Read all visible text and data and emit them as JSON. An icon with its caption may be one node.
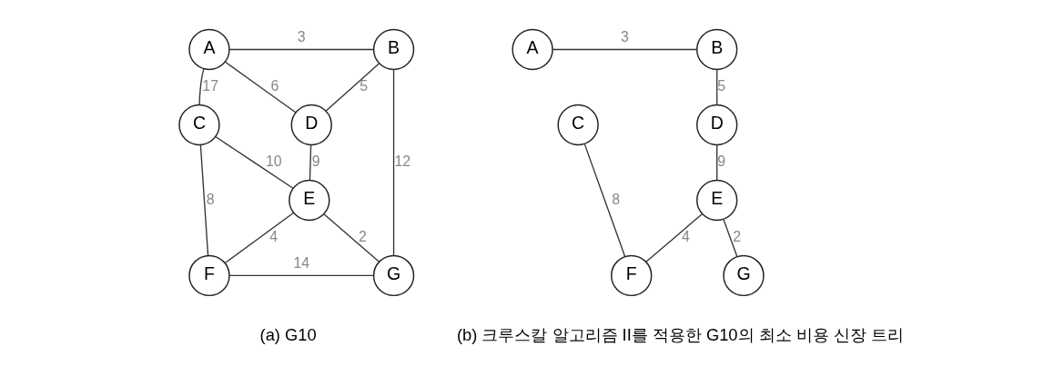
{
  "diagram": {
    "nodes": [
      {
        "text": [
          "A"
        ]
      },
      {
        "text": [
          "B"
        ]
      },
      {
        "text": [
          "C"
        ]
      },
      {
        "text": [
          "D"
        ]
      },
      {
        "text": [
          "E"
        ]
      },
      {
        "text": [
          "F"
        ]
      },
      {
        "text": [
          "G"
        ]
      },
      {
        "text": [
          "A"
        ]
      },
      {
        "text": [
          "B"
        ]
      },
      {
        "text": [
          "C"
        ]
      },
      {
        "text": [
          "D"
        ]
      },
      {
        "text": [
          "E"
        ]
      },
      {
        "text": [
          "F"
        ]
      },
      {
        "text": [
          "G"
        ]
      }
    ],
    "edges": [
      {
        "from": 0,
        "to": 1,
        "arrow": "none",
        "label": "3"
      },
      {
        "from": 0,
        "to": 2,
        "arrow": "none",
        "label": "17"
      },
      {
        "from": 0,
        "to": 3,
        "arrow": "none",
        "label": "6"
      },
      {
        "from": 1,
        "to": 3,
        "arrow": "none",
        "label": "5"
      },
      {
        "from": 1,
        "to": 6,
        "arrow": "none",
        "label": "12"
      },
      {
        "from": 2,
        "to": 4,
        "arrow": "none",
        "label": "10"
      },
      {
        "from": 3,
        "to": 4,
        "arrow": "none",
        "label": "9"
      },
      {
        "from": 2,
        "to": 5,
        "arrow": "none",
        "label": "8"
      },
      {
        "from": 4,
        "to": 5,
        "arrow": "none",
        "label": "4"
      },
      {
        "from": 4,
        "to": 6,
        "arrow": "none",
        "label": "2"
      },
      {
        "from": 5,
        "to": 6,
        "arrow": "none",
        "label": "14"
      },
      {
        "from": 7,
        "to": 8,
        "arrow": "none",
        "label": "3"
      },
      {
        "from": 8,
        "to": 10,
        "arrow": "none",
        "label": "5"
      },
      {
        "from": 10,
        "to": 11,
        "arrow": "none",
        "label": "9"
      },
      {
        "from": 9,
        "to": 12,
        "arrow": "none",
        "label": "8"
      },
      {
        "from": 11,
        "to": 12,
        "arrow": "none",
        "label": "4"
      },
      {
        "from": 11,
        "to": 13,
        "arrow": "none",
        "label": "2"
      }
    ],
    "labels": [
      "(a) G10",
      "(b) 크루스칼 알고리즘 II를 적용한 G10의 최소 비용 신장 트리"
    ]
  }
}
